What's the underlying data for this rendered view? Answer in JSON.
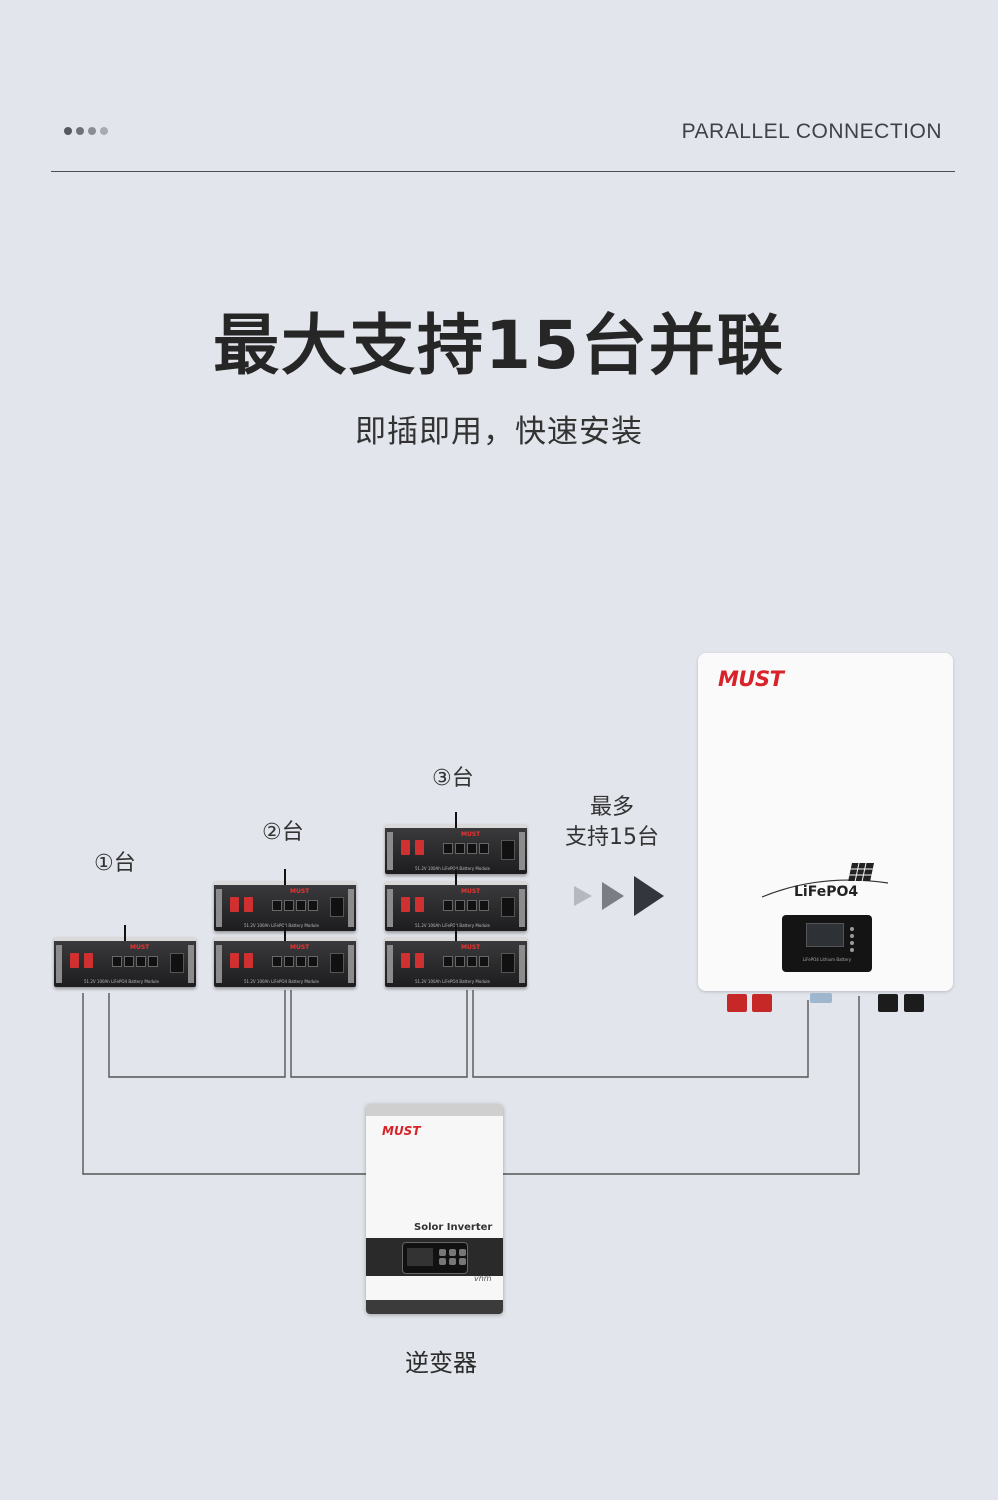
{
  "header": {
    "label": "PARALLEL CONNECTION",
    "dot_colors": [
      "#55595f",
      "#6e7278",
      "#8a8e94",
      "#a7abb1"
    ]
  },
  "hero": {
    "title": "最大支持15台并联",
    "subtitle": "即插即用，快速安装"
  },
  "diagram": {
    "groups": [
      {
        "label": "①台",
        "modules": 1
      },
      {
        "label": "②台",
        "modules": 2
      },
      {
        "label": "③台",
        "modules": 3
      }
    ],
    "max_line1": "最多",
    "max_line2": "支持15台",
    "module_logo": "MUST",
    "module_text": "51.2V 100Ah LiFePO4 Battery Module",
    "ess": {
      "logo": "MUST",
      "model": "LiFePO4",
      "panel_text": "LiFePO4 Lithium Battery"
    },
    "inverter": {
      "logo": "MUST",
      "name": "Solor Inverter",
      "badge": "vhm",
      "label": "逆变器"
    }
  },
  "colors": {
    "background": "#e2e6ec",
    "brand_red": "#d8232a",
    "wire": "#555555"
  }
}
